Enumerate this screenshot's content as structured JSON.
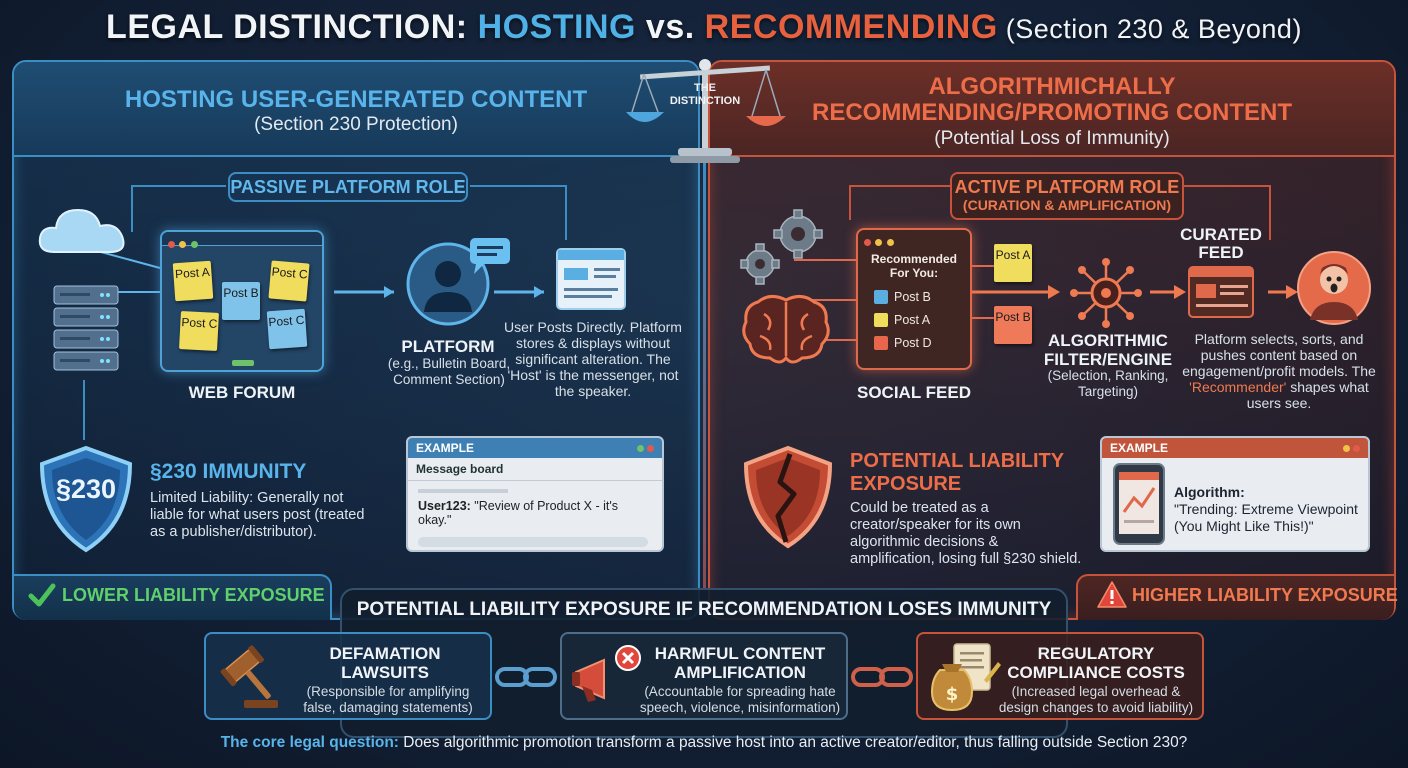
{
  "title": {
    "part1": "LEGAL DISTINCTION: ",
    "hosting": "HOSTING",
    "vs": " vs. ",
    "recommending": "RECOMMENDING",
    "subtitle": " (Section 230 & Beyond)"
  },
  "scale_label": "THE DISTINCTION",
  "left": {
    "heading": "HOSTING USER-GENERATED CONTENT",
    "subheading": "(Section 230 Protection)",
    "role_pill": "PASSIVE PLATFORM ROLE",
    "notes": [
      "Post A",
      "Post B",
      "Post C",
      "Post C",
      "Post C"
    ],
    "forum_label": "WEB FORUM",
    "platform_label": "PLATFORM",
    "platform_sub": "(e.g., Bulletin Board, Comment Section)",
    "description": "User Posts Directly. Platform stores & displays without significant alteration. The 'Host' is the messenger, not the speaker.",
    "shield_text": "§230",
    "immunity_title": "§230 IMMUNITY",
    "immunity_text": "Limited Liability: Generally not liable for what users post (treated as a publisher/distributor).",
    "example_header": "EXAMPLE",
    "example_board": "Message board",
    "example_user": "User123:",
    "example_msg": " \"Review of Product X - it's okay.\"",
    "exposure_label": "LOWER LIABILITY EXPOSURE"
  },
  "right": {
    "heading_line1": "ALGORITHMICHALLY",
    "heading_line2": "RECOMMENDING/PROMOTING CONTENT",
    "subheading": "(Potential Loss of Immunity)",
    "role_pill_line1": "ACTIVE PLATFORM ROLE",
    "role_pill_line2": "(CURATION & AMPLIFICATION)",
    "feed_header": "Recommended For You:",
    "feed_items": [
      "Post B",
      "Post A",
      "Post D"
    ],
    "feed_label": "SOCIAL FEED",
    "side_notes": [
      "Post A",
      "Post B"
    ],
    "engine_title": "ALGORITHMIC FILTER/ENGINE",
    "engine_sub": "(Selection, Ranking, Targeting)",
    "curated_label": "CURATED FEED",
    "description_pre": "Platform selects, sorts, and pushes content based on engagement/profit models. The ",
    "description_highlight": "'Recommender'",
    "description_post": " shapes what users see.",
    "liability_title": "POTENTIAL LIABILITY EXPOSURE",
    "liability_text": "Could be treated as a creator/speaker for its own algorithmic decisions & amplification, losing full §230 shield.",
    "example_header": "EXAMPLE",
    "example_title": "Algorithm:",
    "example_msg": "\"Trending: Extreme Viewpoint (You Might Like This!)\"",
    "exposure_label": "HIGHER LIABILITY EXPOSURE"
  },
  "bottom": {
    "heading": "POTENTIAL LIABILITY EXPOSURE IF RECOMMENDATION LOSES IMMUNITY",
    "box1_title": "DEFAMATION LAWSUITS",
    "box1_sub": "(Responsible for amplifying false, damaging statements)",
    "box2_title": "HARMFUL CONTENT AMPLIFICATION",
    "box2_sub": "(Accountable for spreading hate speech, violence, misinformation)",
    "box3_title": "REGULATORY COMPLIANCE COSTS",
    "box3_sub": "(Increased legal overhead & design changes to avoid liability)",
    "question_label": "The core legal question:",
    "question_text": " Does algorithmic promotion transform a passive host into an active creator/editor, thus falling outside Section 230?"
  },
  "colors": {
    "accent_blue": "#3b8ec4",
    "accent_red": "#c7533a",
    "success_green": "#4cc35a"
  },
  "icons": [
    "cloud-icon",
    "server-icon",
    "user-avatar-icon",
    "speech-bubble-icon",
    "shield-icon",
    "checkmark-icon",
    "gear-icon",
    "brain-icon",
    "network-hub-icon",
    "alarmed-user-icon",
    "broken-shield-icon",
    "warning-icon",
    "gavel-icon",
    "megaphone-icon",
    "chain-link-icon",
    "money-bag-icon",
    "scale-icon"
  ]
}
